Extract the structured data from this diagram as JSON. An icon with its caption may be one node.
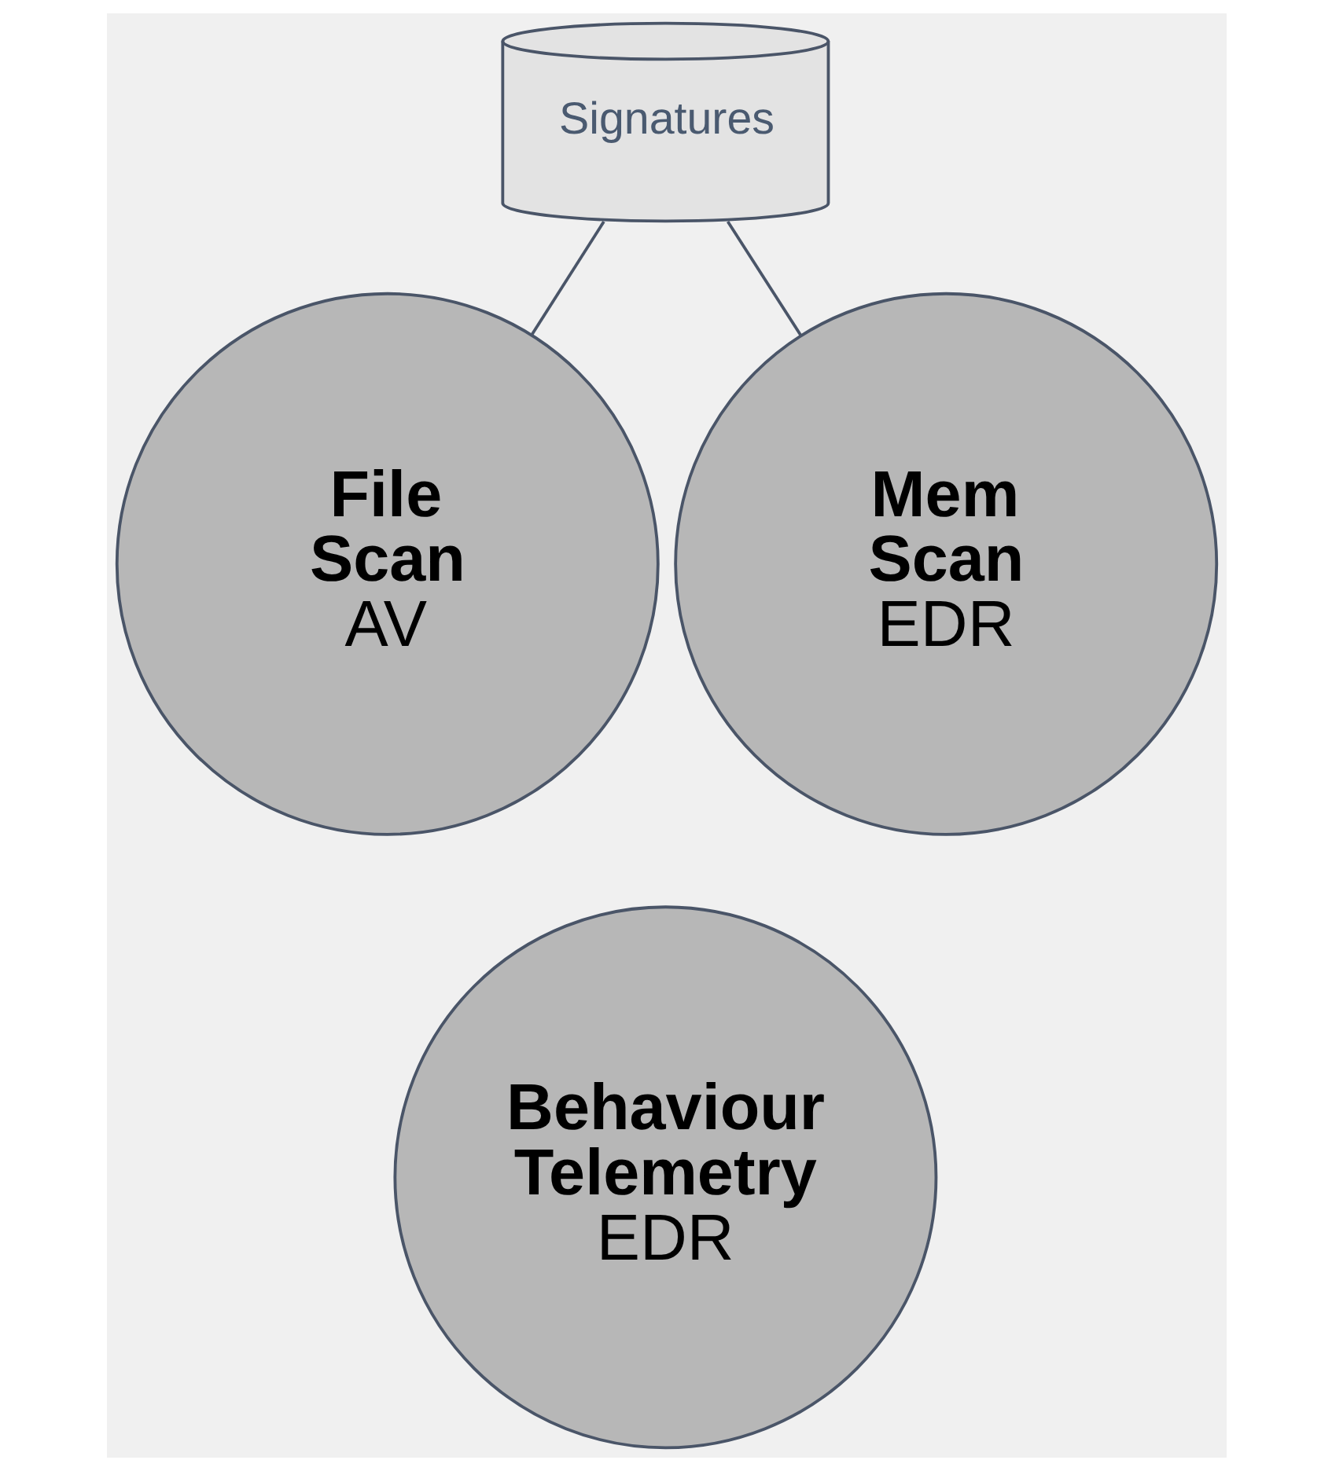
{
  "diagram": {
    "nodes": [
      {
        "text": [
          "Signatures"
        ]
      },
      {
        "text": [
          "File Scan",
          "AV"
        ]
      },
      {
        "text": [
          "Mem Scan",
          "EDR"
        ]
      },
      {
        "text": [
          "Behaviour Telemetry",
          "EDR"
        ]
      }
    ],
    "edges": [
      {
        "from": 0,
        "to": 1,
        "arrow": "none"
      },
      {
        "from": 0,
        "to": 2,
        "arrow": "none"
      }
    ]
  }
}
